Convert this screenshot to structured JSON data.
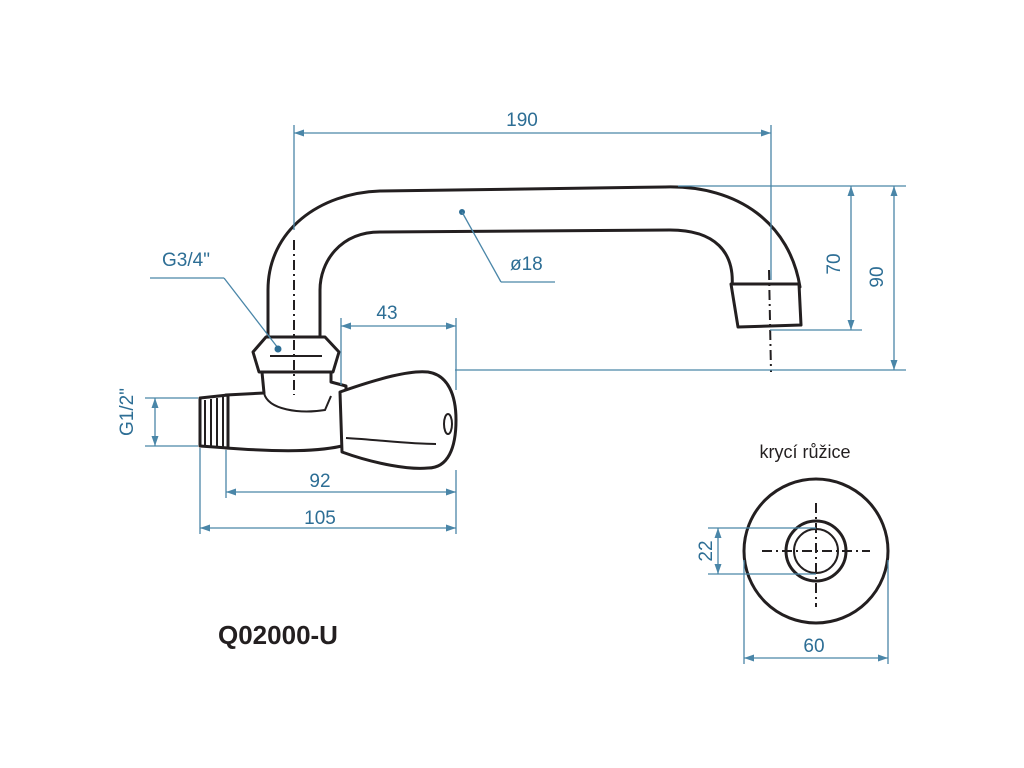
{
  "dimensions": {
    "spout_width": "190",
    "pipe_diameter": "ø18",
    "spout_drop_inner": "70",
    "spout_drop_outer": "90",
    "handle_offset": "43",
    "inlet_thread": "G1/2\"",
    "nut_thread": "G3/4\"",
    "body_length": "92",
    "total_length": "105",
    "rosette_bore": "22",
    "rosette_diameter": "60"
  },
  "labels": {
    "rosette_title": "krycí růžice",
    "product_code": "Q02000-U"
  },
  "colors": {
    "outline": "#231f20",
    "dimension": "#2d6e95"
  }
}
